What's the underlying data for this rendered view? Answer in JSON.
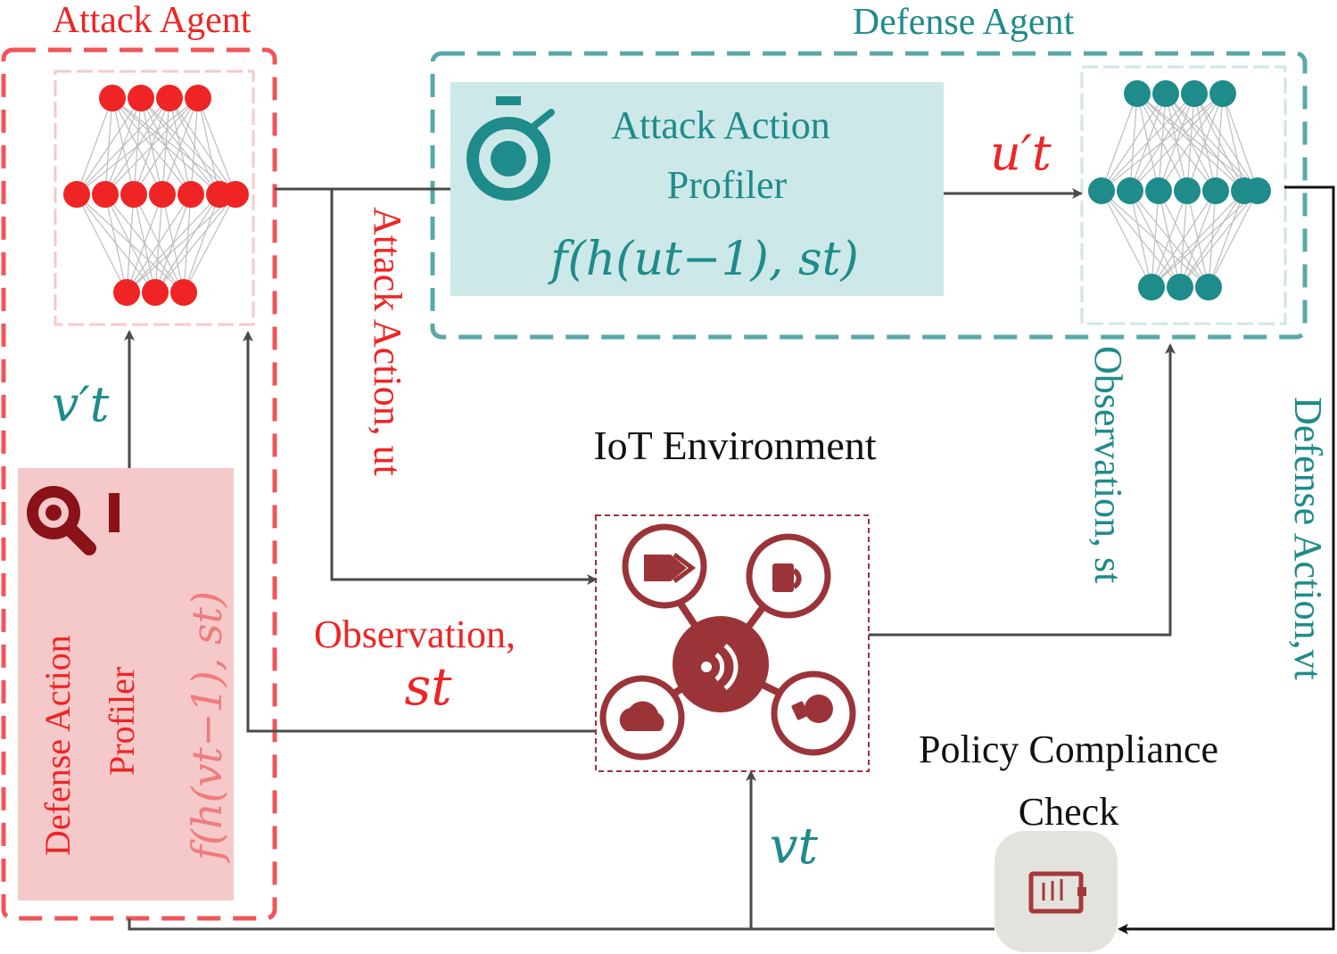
{
  "colors": {
    "attack": "#ef2424",
    "attack_dash": "#f0555a",
    "defense": "#1f8b8b",
    "defense_dash": "#5aa8a8",
    "iot": "#9b3438",
    "arrow": "#4a4a4a",
    "profiler_teal_bg": "#cde8e8",
    "profiler_pink_bg": "#f5c9c9"
  },
  "attack_agent": {
    "title": "Attack Agent",
    "profiler_title_1": "Defense Action",
    "profiler_title_2": "Profiler",
    "profiler_formula": "f(h(vt−1), st)",
    "input_label": "v′t",
    "icon": "magnifier-icon"
  },
  "defense_agent": {
    "title": "Defense Agent",
    "profiler_title_1": "Attack Action",
    "profiler_title_2": "Profiler",
    "profiler_formula": "f(h(ut−1), st)",
    "input_label": "u′t",
    "icon": "stopwatch-icon"
  },
  "iot": {
    "title": "IoT Environment",
    "icons": [
      "share-icon",
      "lock-icon",
      "wifi-hub-icon",
      "cloud-icon",
      "bulb-icon"
    ]
  },
  "labels": {
    "attack_action": "Attack Action, ut",
    "observation_left_1": "Observation,",
    "observation_left_2": "st",
    "observation_right": "Observation, st",
    "defense_action": "Defense Action,vt",
    "vt": "vt"
  },
  "policy": {
    "title_1": "Policy Compliance",
    "title_2": "Check",
    "icon": "clipboard-icon"
  }
}
